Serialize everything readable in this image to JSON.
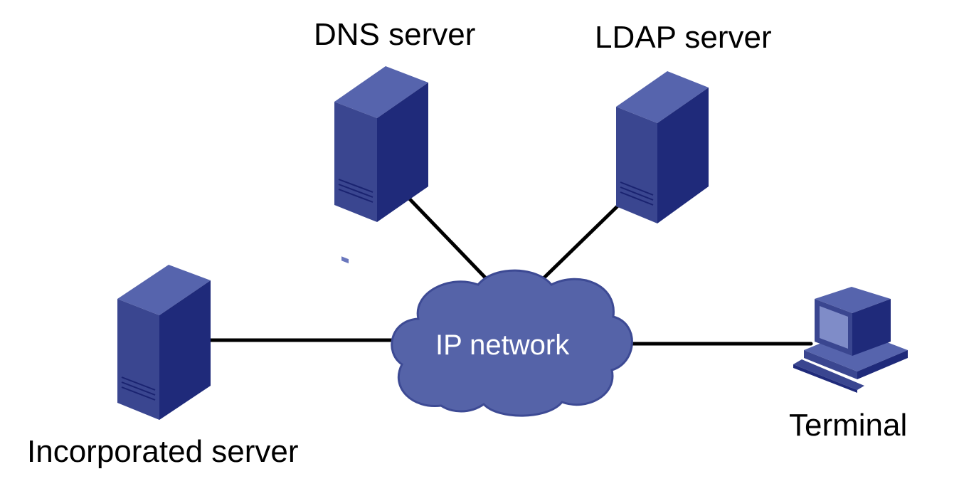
{
  "labels": {
    "dns_server": "DNS server",
    "ldap_server": "LDAP server",
    "incorporated_server": "Incorporated server",
    "terminal": "Terminal",
    "network": "IP network"
  },
  "colors": {
    "device_front": "#1f2a7a",
    "device_side": "#3a4690",
    "device_top": "#5664ad",
    "cloud_fill": "#5563a8",
    "cloud_stroke": "#3d4a94",
    "link": "#000000",
    "screen": "#7f8cc8"
  },
  "icons": {
    "server": "tower-server-icon",
    "terminal": "desktop-computer-icon",
    "network": "cloud-icon"
  }
}
